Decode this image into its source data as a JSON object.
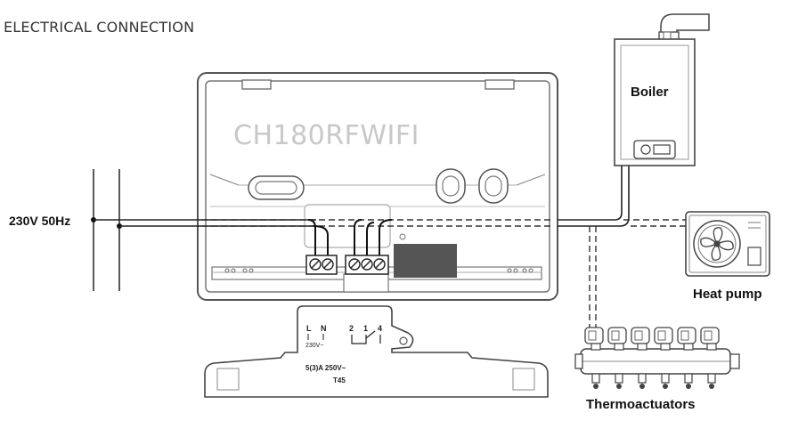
{
  "heading": "ELECTRICAL CONNECTION",
  "device": {
    "model": "CH180RFWIFI"
  },
  "mains": {
    "label": "230V 50Hz"
  },
  "boiler": {
    "label": "Boiler"
  },
  "heat_pump": {
    "label": "Heat pump"
  },
  "thermoactuators": {
    "label": "Thermoactuators"
  },
  "terminal_block": {
    "l": "L",
    "n": "N",
    "voltage": "230V~",
    "t2": "2",
    "t1": "1",
    "t4": "4",
    "rating": "5(3)A  250V~",
    "temp": "T45"
  }
}
